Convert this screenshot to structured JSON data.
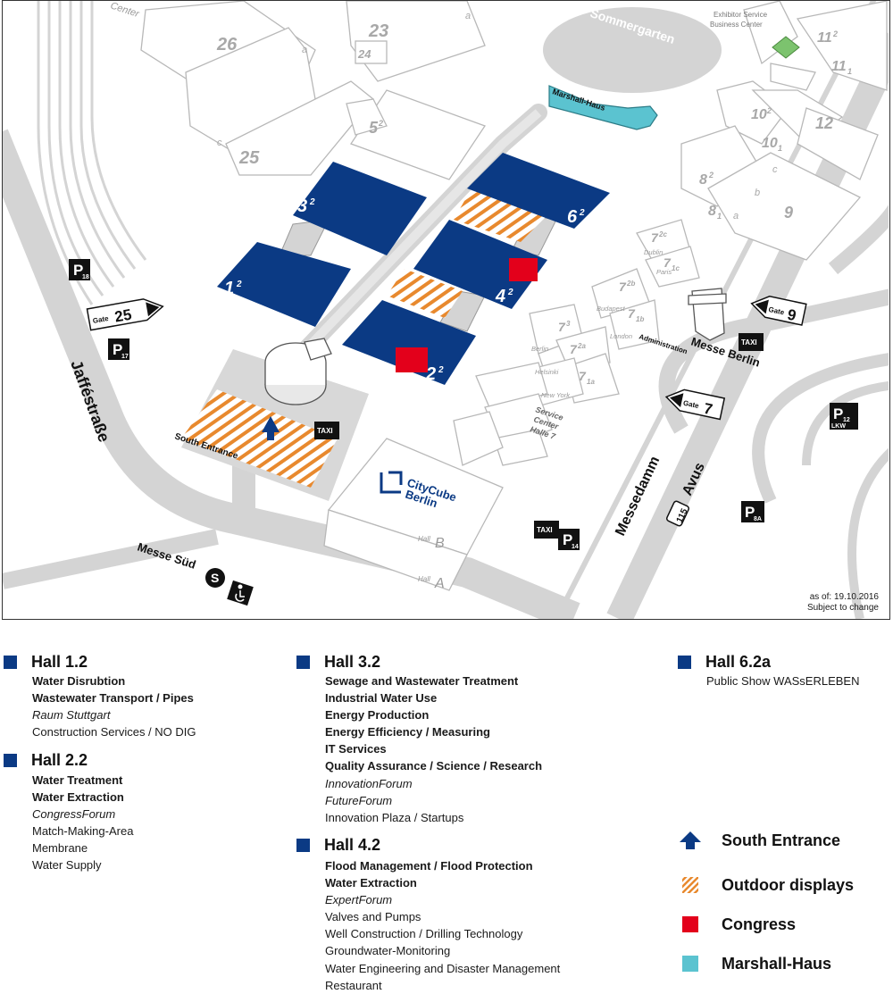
{
  "map": {
    "halls": {
      "h1_2": "1",
      "h2_2": "2",
      "h3_2": "3",
      "h4_2": "4",
      "h5_2": "5",
      "h6_2": "6",
      "sup": "2",
      "h7c": "7c",
      "h7b": "7b",
      "h7a": "7a",
      "h7_1": "7",
      "h7_3": "7",
      "h7_3sup": "3",
      "h7_2c": "7",
      "h7_2csup": "2c",
      "h7_1c": "7",
      "h7_1csub": "1c",
      "h7_1b": "7",
      "h7_1bsub": "1b",
      "h7_2b": "7",
      "h7_2bsup": "2b",
      "h7_2a": "7",
      "h7_2asup": "2a",
      "h7_1a": "7",
      "h7_1asub": "1a",
      "h8": "8",
      "h8sup": "2",
      "h8sub1": "8",
      "h8sub1n": "1",
      "h9": "9",
      "h10": "10",
      "h10sup": "2",
      "h10_1": "10",
      "h10_1sub": "1",
      "h11": "11",
      "h11sup": "2",
      "h11_1": "11",
      "h11_1sub": "1",
      "h12": "12",
      "h23": "23",
      "h24": "24",
      "h25": "25",
      "h26": "26",
      "a": "a",
      "b": "b",
      "c": "c"
    },
    "rooms": {
      "dublin": "Dublin",
      "paris": "Paris",
      "budapest": "Budapest",
      "london": "London",
      "berlin": "Berlin",
      "helsinki": "Helsinki",
      "new_york": "New York"
    },
    "places": {
      "sommergarten": "Sommergarten",
      "marshall_haus": "Marshall-Haus",
      "exhibitor_service": "Exhibitor Service",
      "business_center": "Business Center",
      "messe_berlin": "Messe Berlin",
      "administration": "Administration",
      "service_center": "Service",
      "service_center2": "Center",
      "service_center3": "Halle 7",
      "citycube1": "CityCube",
      "citycube2": "Berlin",
      "hall_b": "Hall",
      "hall_b_letter": "B",
      "hall_a": "Hall",
      "hall_a_letter": "A",
      "south_entrance": "South Entrance",
      "messe_sud": "Messe Süd",
      "s_bahn": "S",
      "jaffe": "Jafféstraße",
      "messedamm": "Messedamm",
      "avus": "Avus",
      "avus_num": "115",
      "center_partial": "Center"
    },
    "gates": {
      "gate_word": "Gate",
      "gate25": "25",
      "gate9": "9",
      "gate7": "7"
    },
    "parking": {
      "p": "P",
      "p18": "18",
      "p17": "17",
      "p14": "14",
      "p12": "12",
      "p12_lkw": "LKW",
      "p8a": "8A"
    },
    "taxi": "TAXI",
    "stamp": {
      "line1": "as of: 19.10.2016",
      "line2": "Subject to change"
    }
  },
  "halls": [
    {
      "title": "Hall 1.2",
      "items": [
        {
          "text": "Water Disrubtion",
          "style": "bold"
        },
        {
          "text": "Wastewater Transport / Pipes",
          "style": "bold"
        },
        {
          "text": "Raum Stuttgart",
          "style": "italic"
        },
        {
          "text": "Construction Services / NO DIG",
          "style": "normal"
        }
      ]
    },
    {
      "title": "Hall 2.2",
      "items": [
        {
          "text": "Water Treatment",
          "style": "bold"
        },
        {
          "text": "Water Extraction",
          "style": "bold"
        },
        {
          "text": "CongressForum",
          "style": "italic"
        },
        {
          "text": "Match-Making-Area",
          "style": "normal"
        },
        {
          "text": "Membrane",
          "style": "normal"
        },
        {
          "text": "Water Supply",
          "style": "normal"
        }
      ]
    },
    {
      "title": "Hall 3.2",
      "items": [
        {
          "text": "Sewage and Wastewater Treatment",
          "style": "bold"
        },
        {
          "text": "Industrial Water Use",
          "style": "bold"
        },
        {
          "text": "Energy Production",
          "style": "bold"
        },
        {
          "text": "Energy Efficiency / Measuring",
          "style": "bold"
        },
        {
          "text": "IT Services",
          "style": "bold"
        },
        {
          "text": "Quality Assurance / Science / Research",
          "style": "bold"
        },
        {
          "text": "InnovationForum",
          "style": "italic"
        },
        {
          "text": "FutureForum",
          "style": "italic"
        },
        {
          "text": "Innovation Plaza / Startups",
          "style": "normal"
        }
      ]
    },
    {
      "title": "Hall 4.2",
      "items": [
        {
          "text": "Flood Management / Flood Protection",
          "style": "bold"
        },
        {
          "text": "Water Extraction",
          "style": "bold"
        },
        {
          "text": "ExpertForum",
          "style": "italic"
        },
        {
          "text": "Valves and Pumps",
          "style": "normal"
        },
        {
          "text": "Well Construction / Drilling Technology",
          "style": "normal"
        },
        {
          "text": "Groundwater-Monitoring",
          "style": "normal"
        },
        {
          "text": "Water Engineering and Disaster Management",
          "style": "normal"
        },
        {
          "text": "Restaurant",
          "style": "normal"
        }
      ]
    },
    {
      "title": "Hall 6.2a",
      "items": [
        {
          "text": "Public Show WASsERLEBEN",
          "style": "normal"
        }
      ]
    }
  ],
  "legend": [
    {
      "label": "South Entrance",
      "icon": "arrow-up-icon"
    },
    {
      "label": "Outdoor displays",
      "icon": "hatched-square-icon"
    },
    {
      "label": "Congress",
      "icon": "red-square-icon"
    },
    {
      "label": "Marshall-Haus",
      "icon": "teal-square-icon"
    }
  ],
  "colors": {
    "hall_blue": "#0b3a84",
    "outdoor_orange": "#e8892e",
    "congress_red": "#e3001b",
    "marshall_teal": "#5bc3d0",
    "road_gray": "#d4d4d4",
    "building_outline": "#bdbdbd",
    "exhibitor_green": "#7cc36e"
  }
}
